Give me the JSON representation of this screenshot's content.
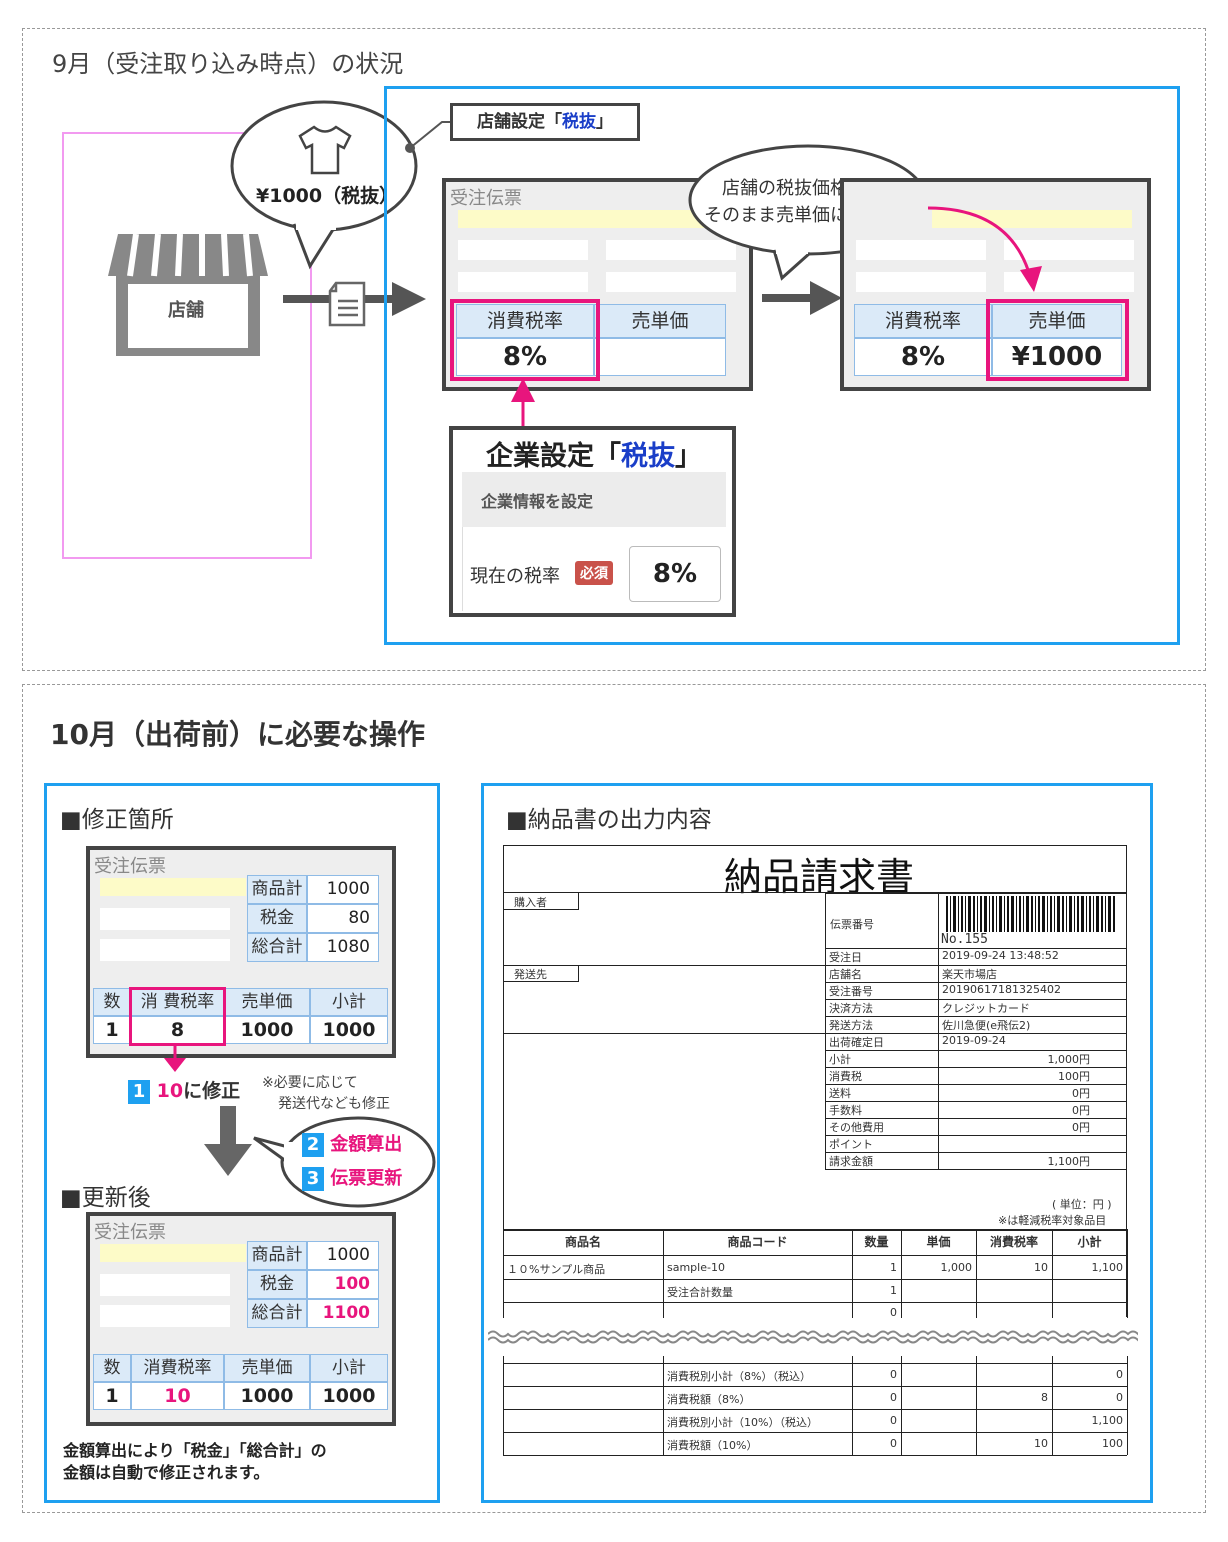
{
  "section1": {
    "title": "9月（受注取り込み時点）の状況",
    "speech_price": "¥1000（税抜）",
    "store_label": "店舗",
    "shop_setting_prefix": "店舗設定「",
    "shop_setting_value": "税抜",
    "shop_setting_suffix": "」",
    "order_slip_title": "受注伝票",
    "bubble_line1": "店舗の税抜価格を",
    "bubble_line2": "そのまま売単価に反映",
    "tax_rate_label": "消費税率",
    "unit_price_label": "売単価",
    "tax_rate_value": "8%",
    "unit_price_value": "¥1000",
    "company_setting_prefix": "企業設定「",
    "company_setting_value": "税抜",
    "company_setting_suffix": "」",
    "company_info_label": "企業情報を設定",
    "current_tax_label": "現在の税率",
    "required_badge": "必須",
    "current_tax_value": "8%"
  },
  "section2": {
    "title": "10月（出荷前）に必要な操作",
    "fix_heading": "■修正箇所",
    "after_heading": "■更新後",
    "invoice_heading": "■納品書の出力内容",
    "order_slip_title": "受注伝票",
    "before": {
      "goods_total_label": "商品計",
      "goods_total": "1000",
      "tax_label": "税金",
      "tax": "80",
      "grand_total_label": "総合計",
      "grand_total": "1080",
      "qty_label": "数",
      "rate_label": "消 費税率",
      "price_label": "売単価",
      "subtotal_label": "小計",
      "qty": "1",
      "rate": "8",
      "price": "1000",
      "subtotal": "1000"
    },
    "after": {
      "goods_total_label": "商品計",
      "goods_total": "1000",
      "tax_label": "税金",
      "tax": "100",
      "grand_total_label": "総合計",
      "grand_total": "1100",
      "qty_label": "数",
      "rate_label": "消費税率",
      "price_label": "売単価",
      "subtotal_label": "小計",
      "qty": "1",
      "rate": "10",
      "price": "1000",
      "subtotal": "1000"
    },
    "step1_num": "1",
    "step1_value": "10",
    "step1_text": "に修正",
    "step_note_line1": "※必要に応じて",
    "step_note_line2": "発送代なども修正",
    "step2_num": "2",
    "step2_text": "金額算出",
    "step3_num": "3",
    "step3_text": "伝票更新",
    "footer_line1": "金額算出により「税金」「総合計」の",
    "footer_line2": "金額は自動で修正されます。"
  },
  "invoice": {
    "title": "納品請求書",
    "buyer_label": "購入者",
    "ship_label": "発送先",
    "slip_no_label": "伝票番号",
    "slip_no": "No.155",
    "rows": [
      {
        "label": "受注日",
        "value": "2019-09-24  13:48:52"
      },
      {
        "label": "店舗名",
        "value": "楽天市場店"
      },
      {
        "label": "受注番号",
        "value": "20190617181325402"
      },
      {
        "label": "決済方法",
        "value": "クレジットカード"
      },
      {
        "label": "発送方法",
        "value": "佐川急便(e飛伝2)"
      },
      {
        "label": "出荷確定日",
        "value": "2019-09-24"
      },
      {
        "label": "小計",
        "value": "1,000円"
      },
      {
        "label": "消費税",
        "value": "100円"
      },
      {
        "label": "送料",
        "value": "0円"
      },
      {
        "label": "手数料",
        "value": "0円"
      },
      {
        "label": "その他費用",
        "value": "0円"
      },
      {
        "label": "ポイント",
        "value": ""
      },
      {
        "label": "請求金額",
        "value": "1,100円"
      }
    ],
    "unit_note": "( 単位：円 )",
    "reduced_note": "※は軽減税率対象品目",
    "headers": [
      "商品名",
      "商品コード",
      "数量",
      "単価",
      "消費税率",
      "小計"
    ],
    "item": {
      "name": "１０%サンプル商品",
      "code": "sample-10",
      "qty": "1",
      "price": "1,000",
      "rate": "10",
      "subtotal": "1,100"
    },
    "total_qty_label": "受注合計数量",
    "total_qty": "1",
    "extra_qty": "0",
    "summary": [
      {
        "label": "消費税別小計（8%）（税込）",
        "qty": "0",
        "rate": "",
        "subtotal": "0"
      },
      {
        "label": "消費税額（8%）",
        "qty": "0",
        "rate": "8",
        "subtotal": "0"
      },
      {
        "label": "消費税別小計（10%）（税込）",
        "qty": "0",
        "rate": "",
        "subtotal": "1,100"
      },
      {
        "label": "消費税額（10%）",
        "qty": "0",
        "rate": "10",
        "subtotal": "100"
      }
    ]
  },
  "colors": {
    "accent_blue": "#1ea0f0",
    "accent_pink": "#e8157d",
    "tax_blue": "#1a3ec8"
  }
}
